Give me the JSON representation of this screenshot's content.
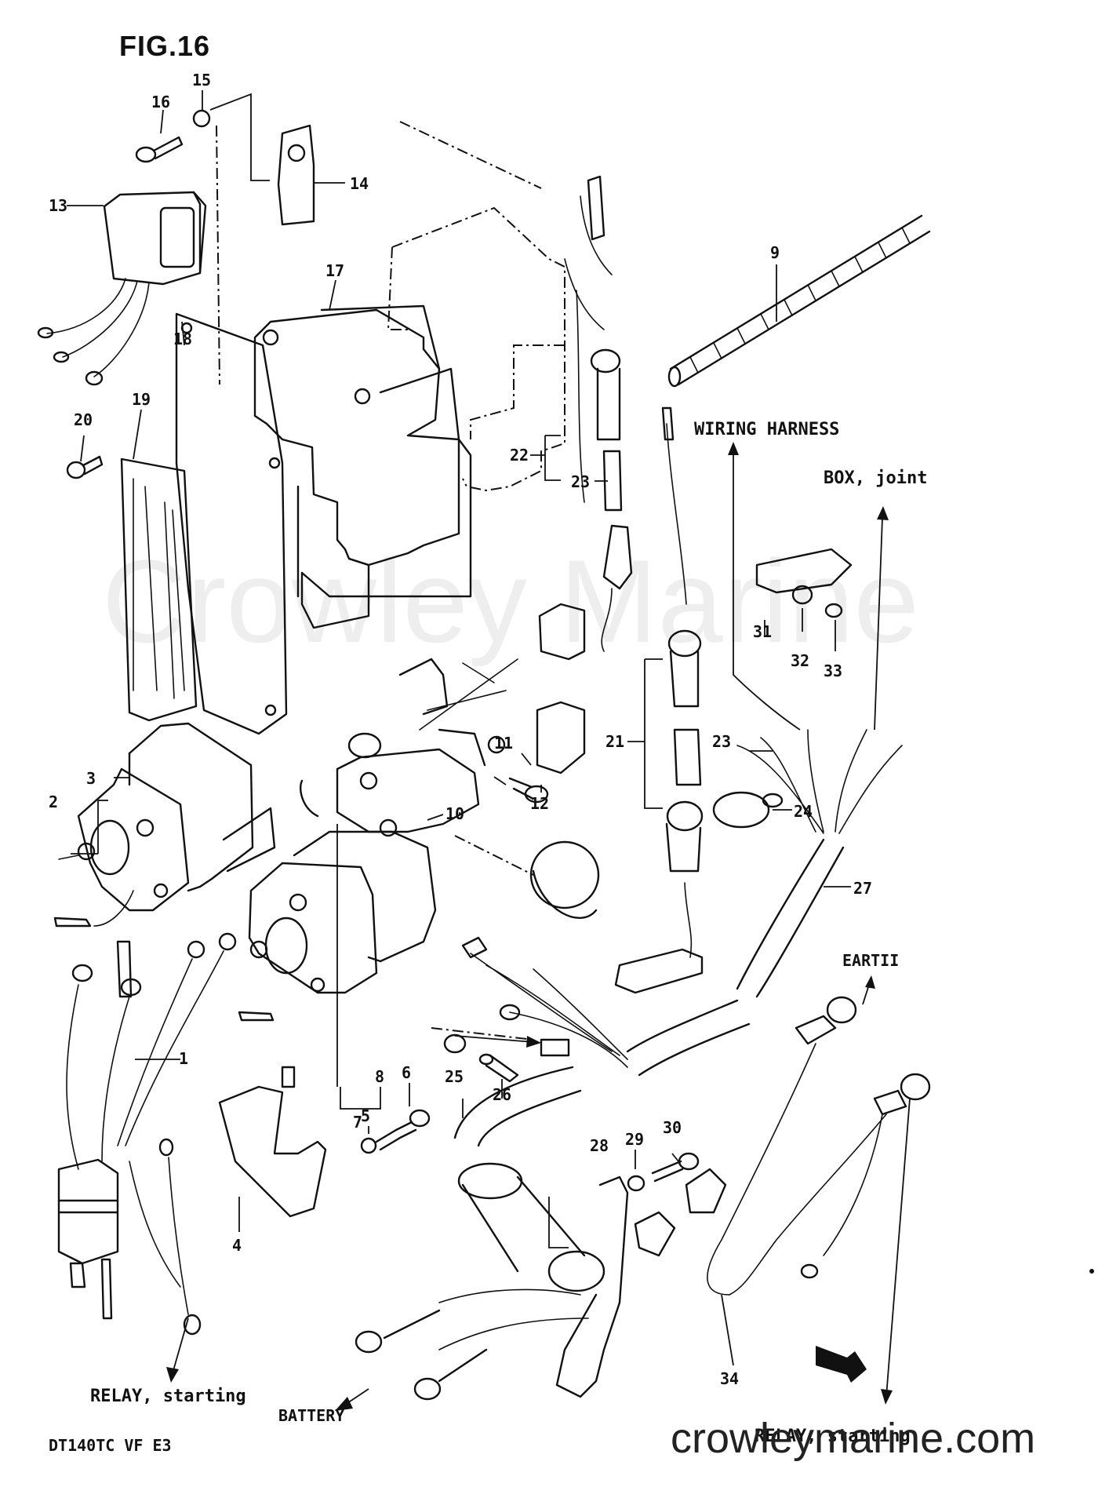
{
  "figure": {
    "title": "FIG.16",
    "model_code": "DT140TC VF E3"
  },
  "callouts": [
    "1",
    "2",
    "3",
    "4",
    "5",
    "6",
    "7",
    "8",
    "9",
    "10",
    "11",
    "12",
    "13",
    "14",
    "15",
    "16",
    "17",
    "18",
    "19",
    "20",
    "21",
    "22",
    "23",
    "23",
    "24",
    "25",
    "26",
    "27",
    "28",
    "29",
    "30",
    "31",
    "32",
    "33",
    "34"
  ],
  "labels": {
    "wiring_harness": "WIRING HARNESS",
    "box_joint": "BOX, joint",
    "earth": "EARTII",
    "relay_starting": "RELAY, starting",
    "battery": "BATTERY",
    "relay_starting_2": "RELAY, starting"
  },
  "watermark": {
    "text": "Crowley Marine",
    "site": "crowleymarine.com"
  },
  "icons": {
    "fwd_marker": "fwd-arrow-icon"
  }
}
